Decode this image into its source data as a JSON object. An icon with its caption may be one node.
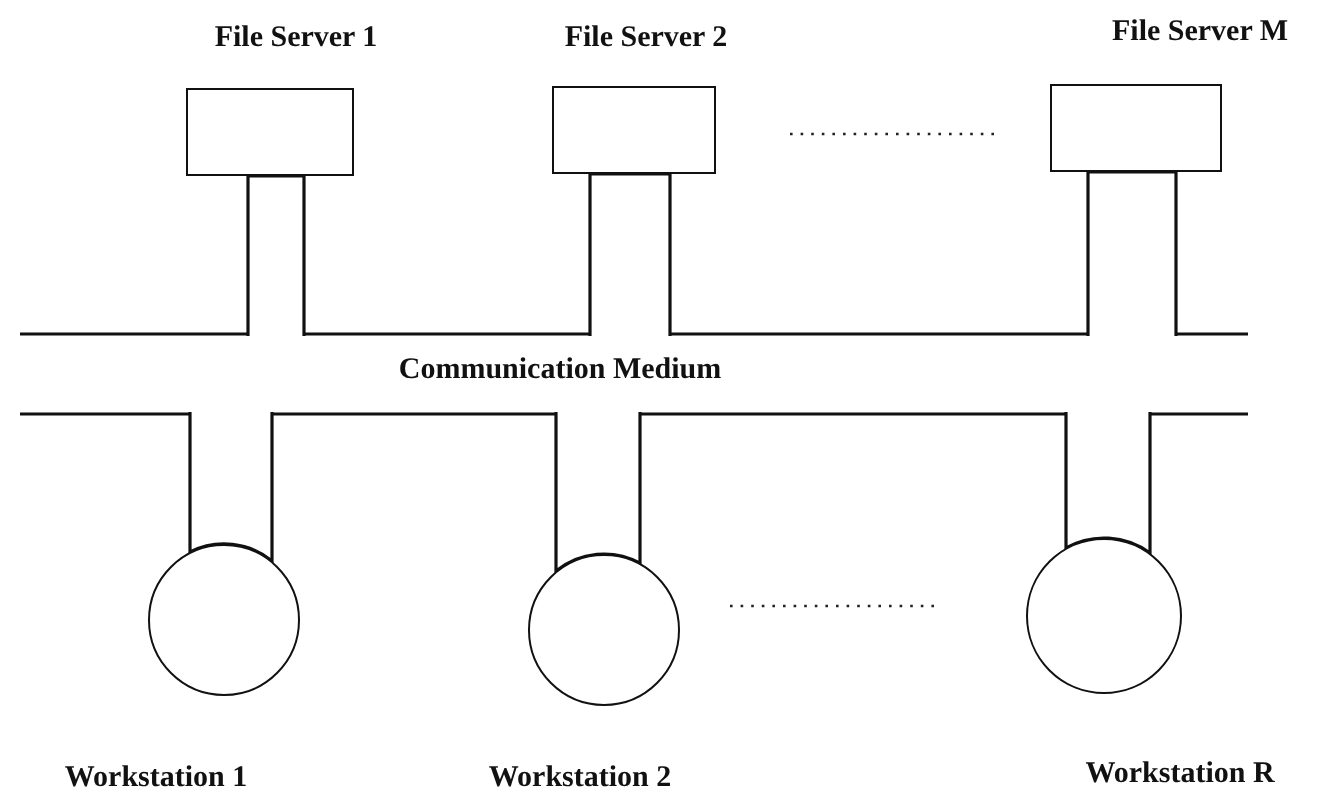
{
  "diagram": {
    "nodes": [
      {
        "text": [
          "Communication Medium"
        ]
      },
      {
        "text": [
          "File Server 1"
        ]
      },
      {
        "text": [
          "File Server 2"
        ]
      },
      {
        "text": [
          "File Server M"
        ]
      },
      {
        "text": [
          "Workstation 1"
        ]
      },
      {
        "text": [
          "Workstation 2"
        ]
      },
      {
        "text": [
          "Workstation R"
        ]
      }
    ],
    "edges": [
      {
        "from": 1,
        "to": 0,
        "arrow": "none"
      },
      {
        "from": 2,
        "to": 0,
        "arrow": "none"
      },
      {
        "from": 3,
        "to": 0,
        "arrow": "none"
      },
      {
        "from": 4,
        "to": 0,
        "arrow": "none"
      },
      {
        "from": 5,
        "to": 0,
        "arrow": "none"
      },
      {
        "from": 6,
        "to": 0,
        "arrow": "none"
      }
    ]
  }
}
